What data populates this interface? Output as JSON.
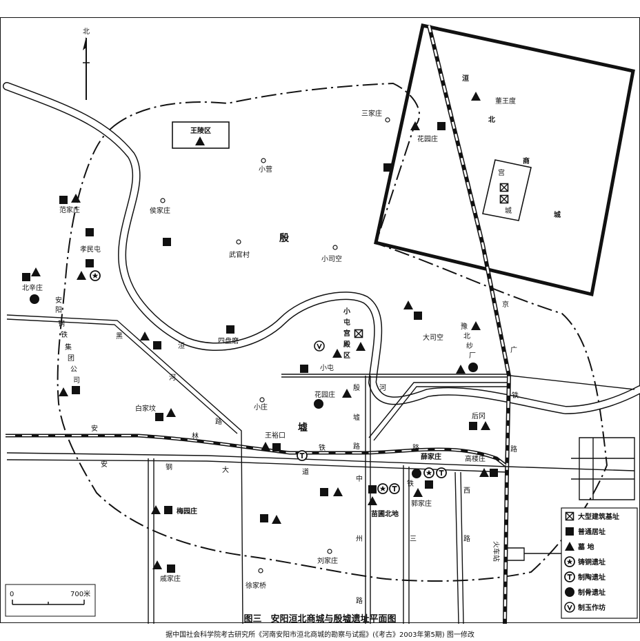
{
  "north_label": "北",
  "scale": {
    "zero": "0",
    "end": "700米"
  },
  "legend": [
    {
      "symbol": "box-x",
      "label": "大型建筑基址"
    },
    {
      "symbol": "square",
      "label": "普通居址"
    },
    {
      "symbol": "triangle",
      "label": "墓 地"
    },
    {
      "symbol": "star-circle",
      "label": "铸铜遗址"
    },
    {
      "symbol": "t-circle",
      "label": "制陶遗址"
    },
    {
      "symbol": "dot",
      "label": "制骨遗址"
    },
    {
      "symbol": "v-circle",
      "label": "制玉作坊"
    }
  ],
  "regions": {
    "wangling": "王陵区",
    "yin": "殷",
    "xu": "墟",
    "huanbei_chars": [
      "洹",
      "北",
      "商",
      "城"
    ],
    "gong_chars": [
      "宫",
      "城"
    ],
    "xiaotun_gong": [
      "小",
      "屯",
      "宫",
      "殿",
      "区"
    ]
  },
  "places": [
    "董王度",
    "三家庄",
    "花园庄",
    "小营",
    "侯家庄",
    "范家庄",
    "孝民屯",
    "武官村",
    "小司空",
    "北辛庄",
    "四盘磨",
    "大司空",
    "小屯",
    "花园庄",
    "白家坟",
    "小庄",
    "王裕口",
    "薛家庄",
    "高楼庄",
    "后冈",
    "梅园庄",
    "苗圃北地",
    "郭家庄",
    "刘家庄",
    "徐家桥",
    "戚家庄",
    "火车站"
  ],
  "road_labels": {
    "angang": [
      "安",
      "阳",
      "钢",
      "铁",
      "集",
      "团",
      "公",
      "司"
    ],
    "heihelu": [
      "黑",
      "河",
      "路"
    ],
    "huan": "洹",
    "linlu": [
      "林",
      "路"
    ],
    "yintielu": [
      "殷",
      "墟",
      "铁",
      "路"
    ],
    "he": "河",
    "jingguang": [
      "京",
      "广",
      "铁",
      "路"
    ],
    "yubei": [
      "豫",
      "北",
      "纱",
      "厂"
    ],
    "angangdadao": [
      "安",
      "钢",
      "大",
      "道"
    ],
    "an": "安",
    "zhongzhoulu": [
      "中",
      "州",
      "路"
    ],
    "tiexilu": [
      "铁",
      "西",
      "路"
    ],
    "san": "三"
  },
  "caption": {
    "title": "图三　安阳洹北商城与殷墟遗址平面图",
    "source": "据中国社会科学院考古研究所《河南安阳市洹北商城的勘察与试掘》(《考古》2003年第5期) 图一修改"
  },
  "colors": {
    "ink": "#111111",
    "paper": "#ffffff",
    "river": "#ffffff"
  }
}
